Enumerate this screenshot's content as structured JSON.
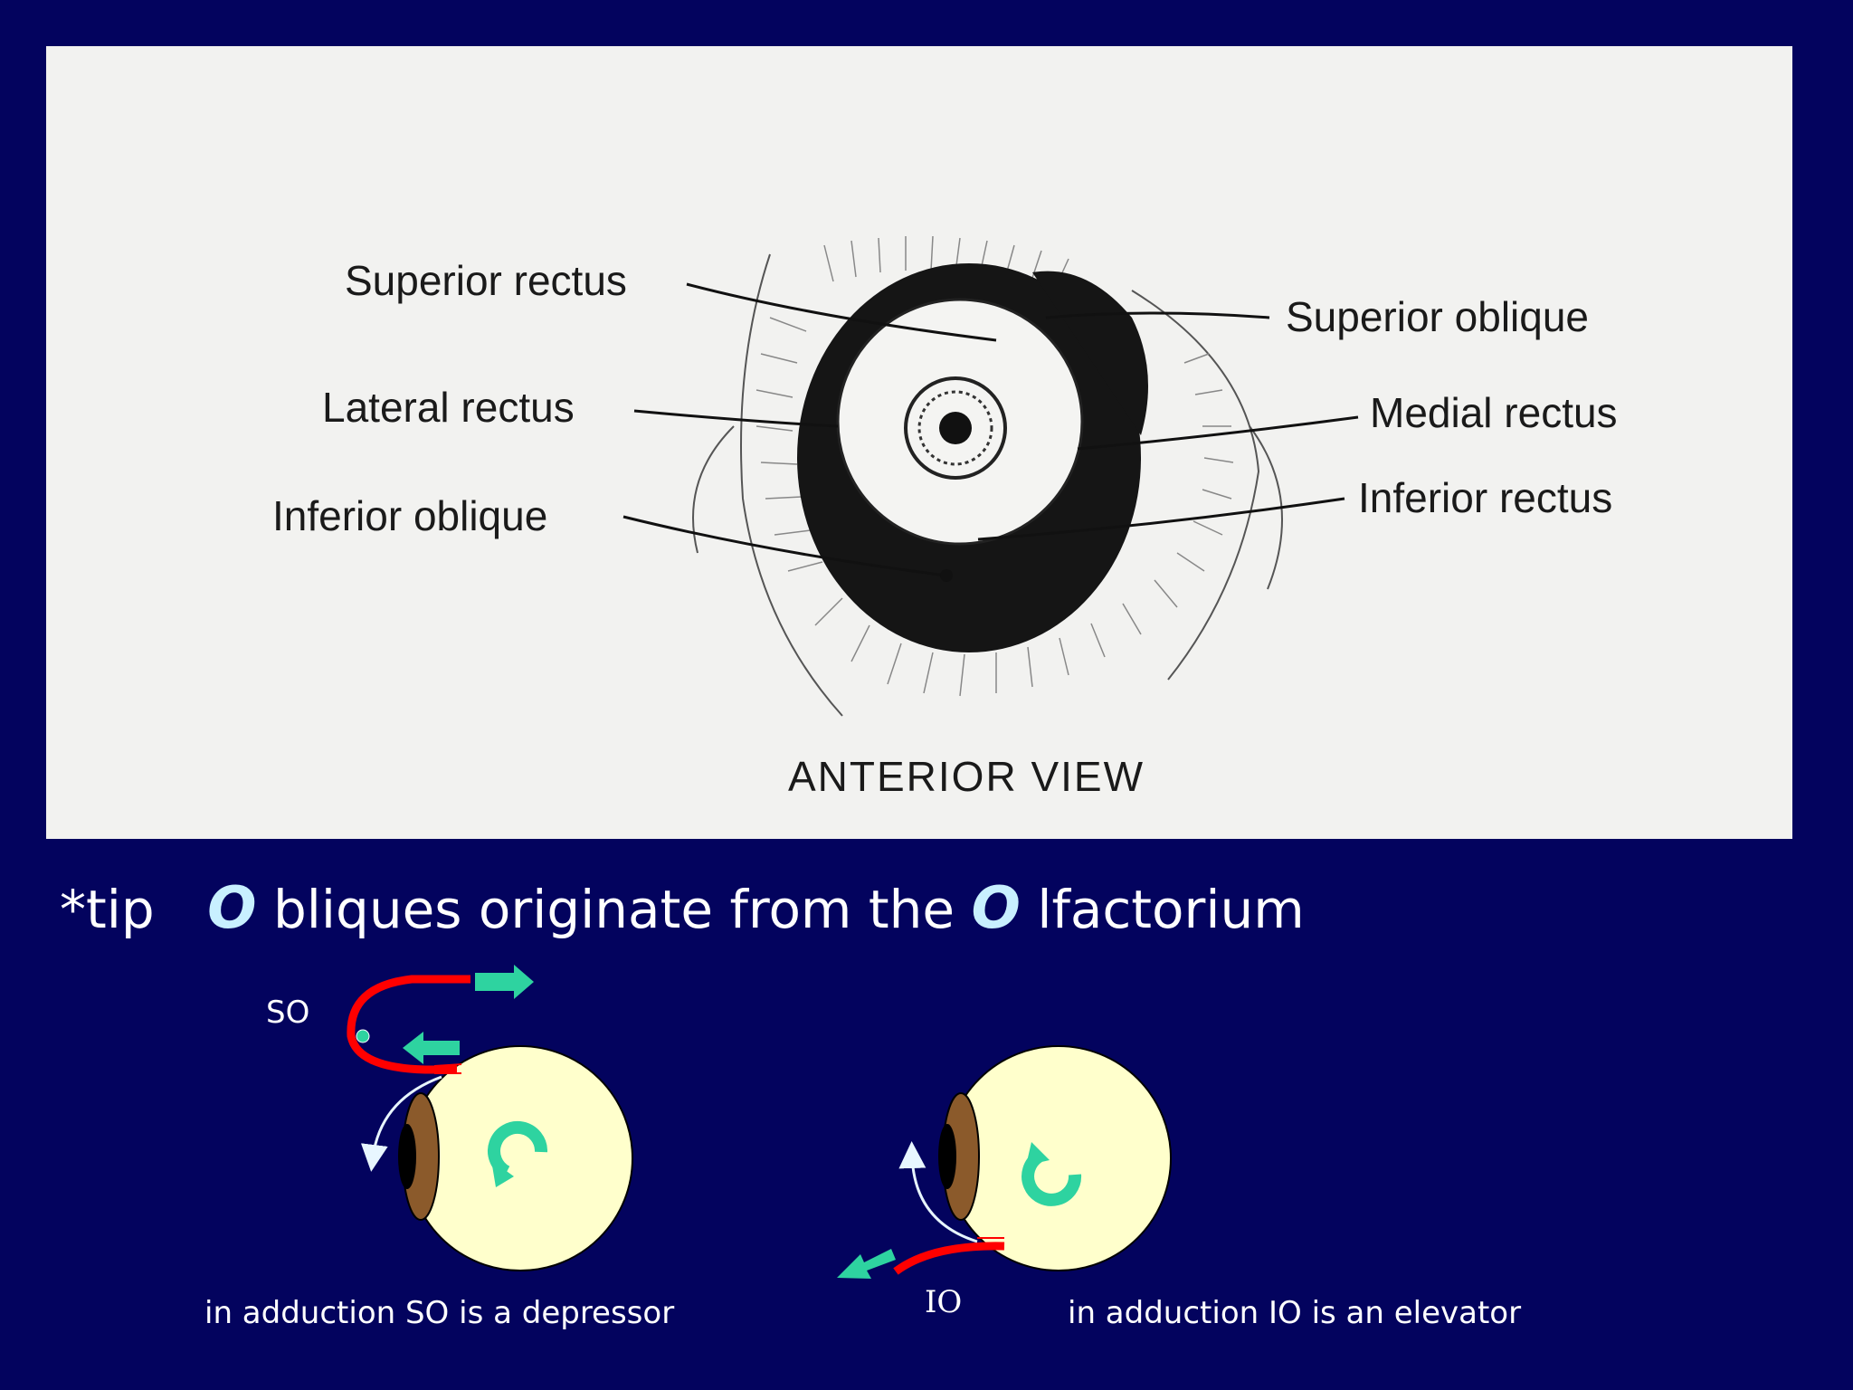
{
  "figure": {
    "labels": {
      "superior_rectus": "Superior rectus",
      "lateral_rectus": "Lateral rectus",
      "inferior_oblique": "Inferior oblique",
      "superior_oblique": "Superior oblique",
      "medial_rectus": "Medial rectus",
      "inferior_rectus": "Inferior rectus"
    },
    "view_title": "ANTERIOR VIEW"
  },
  "tip": {
    "prefix": "*tip",
    "letter1": "O",
    "text1": "bliques originate from the",
    "letter2": "O",
    "text2": "lfactorium"
  },
  "left_diagram": {
    "muscle_label": "SO",
    "caption": "in adduction SO is a depressor"
  },
  "right_diagram": {
    "muscle_label": "IO",
    "caption": "in adduction IO is an elevator"
  },
  "colors": {
    "background": "#03035e",
    "muscle": "#ff0000",
    "arrow": "#2ed3a0",
    "eyeball": "#ffffcc",
    "iris": "#8b5a2b"
  }
}
